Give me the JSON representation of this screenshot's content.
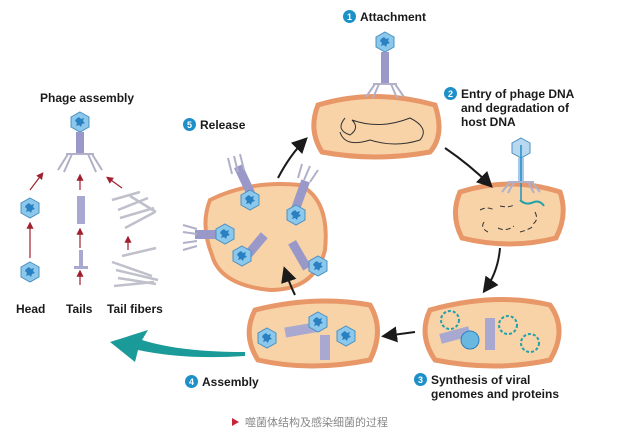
{
  "title": "Phage assembly",
  "steps": [
    {
      "num": "1",
      "label": "Attachment"
    },
    {
      "num": "2",
      "label": "Entry of phage DNA and degradation of host DNA",
      "lines": [
        "Entry of phage DNA",
        "and degradation of",
        "host DNA"
      ]
    },
    {
      "num": "3",
      "label": "Synthesis of viral genomes and proteins",
      "lines": [
        "Synthesis of viral",
        "genomes and proteins"
      ]
    },
    {
      "num": "4",
      "label": "Assembly"
    },
    {
      "num": "5",
      "label": "Release"
    }
  ],
  "components": [
    "Head",
    "Tails",
    "Tail fibers"
  ],
  "caption": "噬菌体结构及感染细菌的过程",
  "colors": {
    "cell_fill": "#f8d3a8",
    "cell_border": "#e89868",
    "phage_head": "#4aa8d8",
    "phage_tail": "#9a98c8",
    "step_badge": "#1e90c8",
    "assembly_arrow": "#1a9a98",
    "small_arrow": "#a02030",
    "caption_marker": "#c8243c"
  }
}
